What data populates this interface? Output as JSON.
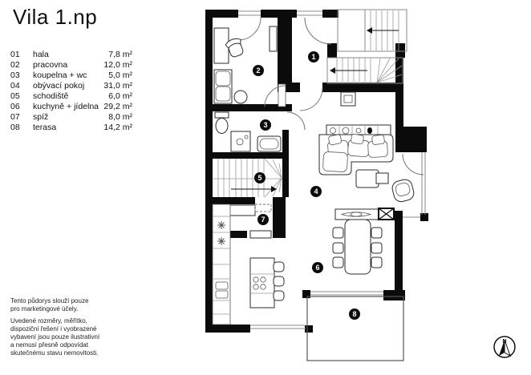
{
  "title": "Vila 1.np",
  "legend": {
    "rooms": [
      {
        "id": "01",
        "name": "hala",
        "area": "7,8 m²"
      },
      {
        "id": "02",
        "name": "pracovna",
        "area": "12,0 m²"
      },
      {
        "id": "03",
        "name": "koupelna + wc",
        "area": "5,0 m²"
      },
      {
        "id": "04",
        "name": "obývací pokoj",
        "area": "31,0 m²"
      },
      {
        "id": "05",
        "name": "schodiště",
        "area": "6,0 m²"
      },
      {
        "id": "06",
        "name": "kuchyně + jídelna",
        "area": "29,2 m²"
      },
      {
        "id": "07",
        "name": "spíž",
        "area": "8,0 m²"
      },
      {
        "id": "08",
        "name": "terasa",
        "area": "14,2 m²"
      }
    ]
  },
  "disclaimers": {
    "p1": "Tento půdorys slouží pouze\npro marketingové účely.",
    "p2": "Uvedené rozměry, měřítko,\ndispoziční řešení i vyobrazené\nvybavení jsou pouze ilustrativní\na nemusí přesně odpovídat\nskutečnému stavu nemovitosti."
  },
  "plan": {
    "markers": [
      {
        "label": "1"
      },
      {
        "label": "2"
      },
      {
        "label": "3"
      },
      {
        "label": "4"
      },
      {
        "label": "5"
      },
      {
        "label": "6"
      },
      {
        "label": "7"
      },
      {
        "label": "8"
      }
    ],
    "compass_label": "N",
    "colors": {
      "wall": "#0b0b0b",
      "line": "#8a8a8a",
      "background": "#ffffff"
    }
  }
}
